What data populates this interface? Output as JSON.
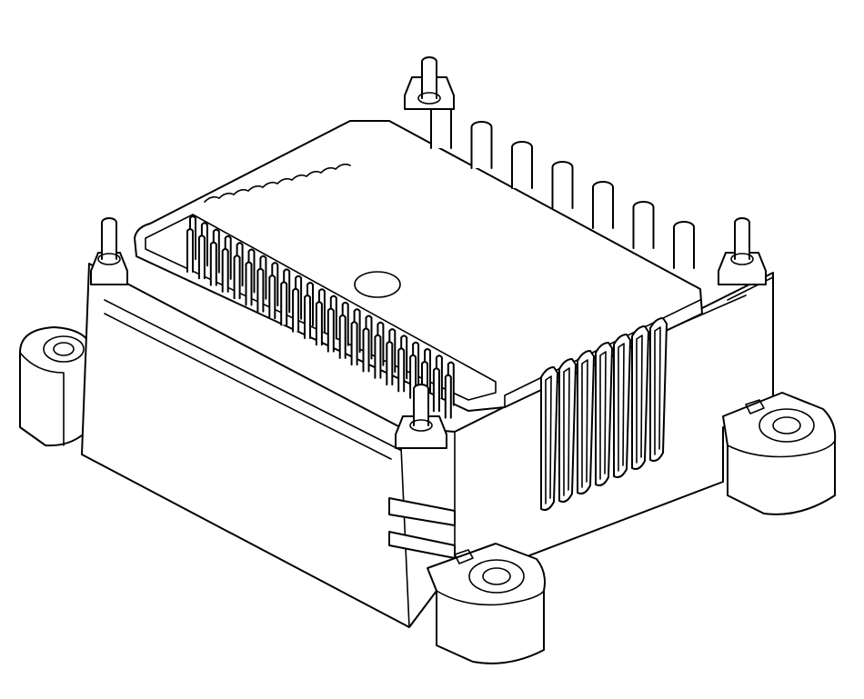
{
  "drawing": {
    "subject": "electronic-module-isometric-line-drawing",
    "colors": {
      "line": "#000000",
      "background": "#ffffff"
    },
    "connector_pin_rows": 2,
    "connector_pins_per_row": 23,
    "rear_posts": 7,
    "side_slots": 7,
    "mounting_ears": 3,
    "corner_posts": 4
  }
}
